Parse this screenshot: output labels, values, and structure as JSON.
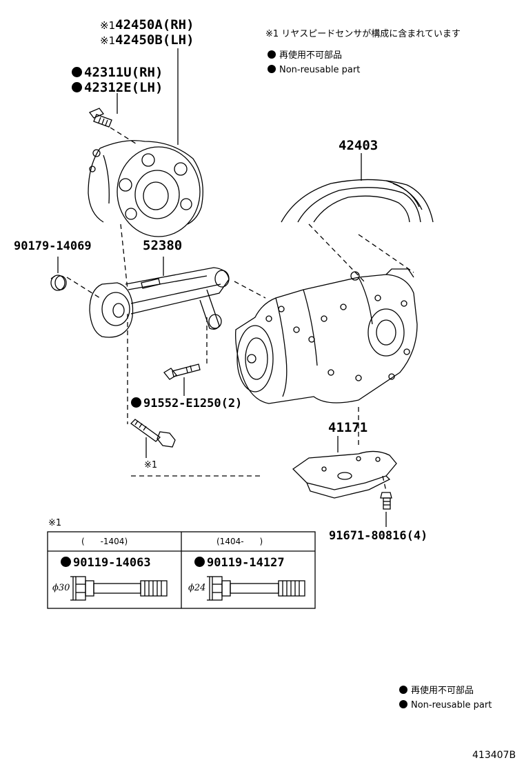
{
  "note_top": {
    "mark_text": "※1 リヤスピードセンサが構成に含まれています",
    "legend_jp": "再使用不可部品",
    "legend_en": "Non-reusable part"
  },
  "legend_bottom": {
    "jp": "再使用不可部品",
    "en": "Non-reusable part"
  },
  "parts": {
    "hub_rh": {
      "mark": "※1",
      "number": "42450A(RH)"
    },
    "hub_lh": {
      "mark": "※1",
      "number": "42450B(LH)"
    },
    "bolt_rh": "42311U(RH)",
    "bolt_lh": "42312E(LH)",
    "wheel": "42403",
    "bushing": "90179-14069",
    "arm": "52380",
    "arm_bolt": "91552-E1250(2)",
    "sensor_bolt_ref": "※1",
    "cover": "41171",
    "cover_bolt": "91671-80816(4)"
  },
  "sub_table": {
    "ref_mark": "※1",
    "columns": [
      {
        "range": "(      -1404)",
        "part": "90119-14063",
        "diameter": "ϕ30"
      },
      {
        "range": "(1404-      )",
        "part": "90119-14127",
        "diameter": "ϕ24"
      }
    ]
  },
  "figure_id": "413407B"
}
